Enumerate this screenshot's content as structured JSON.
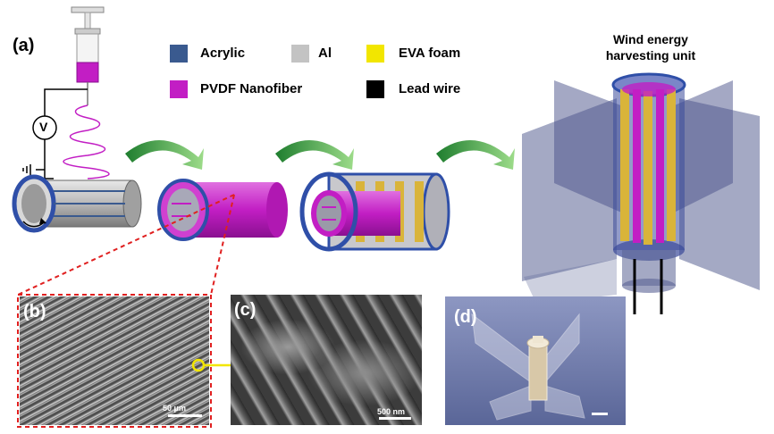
{
  "panels": {
    "a": "(a)",
    "b": "(b)",
    "c": "(c)",
    "d": "(d)"
  },
  "legend": [
    {
      "label": "Acrylic",
      "color": "#3a5a8f"
    },
    {
      "label": "Al",
      "color": "#c3c3c3"
    },
    {
      "label": "EVA foam",
      "color": "#f2e600"
    },
    {
      "label": "PVDF Nanofiber",
      "color": "#c21ec4"
    },
    {
      "label": "Lead wire",
      "color": "#000000"
    }
  ],
  "voltmeter_symbol": "V",
  "unit_title_line1": "Wind energy",
  "unit_title_line2": "harvesting unit",
  "scalebar_b": "50 μm",
  "scalebar_c": "500 nm",
  "colors": {
    "arrow": "#2e9a3e",
    "acrylic_edge": "#2f4fa8",
    "pvdf": "#c21ec4",
    "eva": "#d9b43a",
    "zoom_box": "#e02020",
    "pointer": "#f2e600"
  }
}
